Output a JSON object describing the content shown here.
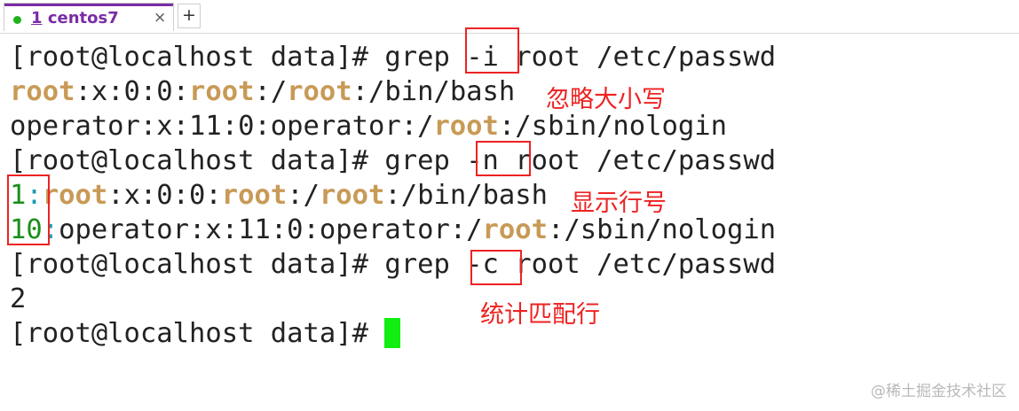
{
  "tabbar": {
    "tab_number": "1",
    "tab_name": "centos7",
    "close_glyph": "×",
    "new_tab_glyph": "+",
    "status_color": "#1fb21f",
    "accent_color": "#7a2ca5"
  },
  "terminal": {
    "l1": {
      "prompt": "[root@localhost data]#",
      "cmd": "grep",
      "flag": "-i",
      "rest": "root /etc/passwd"
    },
    "l2": {
      "m1": "root",
      "t1": ":x:0:0:",
      "m2": "root",
      "t2": ":/",
      "m3": "root",
      "t3": ":/bin/bash"
    },
    "l3": {
      "t1": "operator:x:11:0:operator:/",
      "m1": "root",
      "t2": ":/sbin/nologin"
    },
    "l4": {
      "prompt": "[root@localhost data]#",
      "cmd": "grep",
      "flag": "-n",
      "rest": "root /etc/passwd"
    },
    "l5": {
      "num": "1",
      "sep": ":",
      "m1": "root",
      "t1": ":x:0:0:",
      "m2": "root",
      "t2": ":/",
      "m3": "root",
      "t3": ":/bin/bash"
    },
    "l6": {
      "num": "10",
      "sep": ":",
      "t1": "operator:x:11:0:operator:/",
      "m1": "root",
      "t2": ":/sbin/nologin"
    },
    "l7": {
      "prompt": "[root@localhost data]#",
      "cmd": "grep",
      "flag": "-c",
      "rest": "root /etc/passwd"
    },
    "l8": {
      "output": "2"
    },
    "l9": {
      "prompt": "[root@localhost data]#"
    },
    "match_color": "#c89a56",
    "cursor_color": "#11ee11"
  },
  "annotations": {
    "ignore_case": "忽略大小写",
    "show_line_numbers": "显示行号",
    "count_matches": "统计匹配行",
    "color": "#ee2222"
  },
  "watermark": "@稀土掘金技术社区"
}
